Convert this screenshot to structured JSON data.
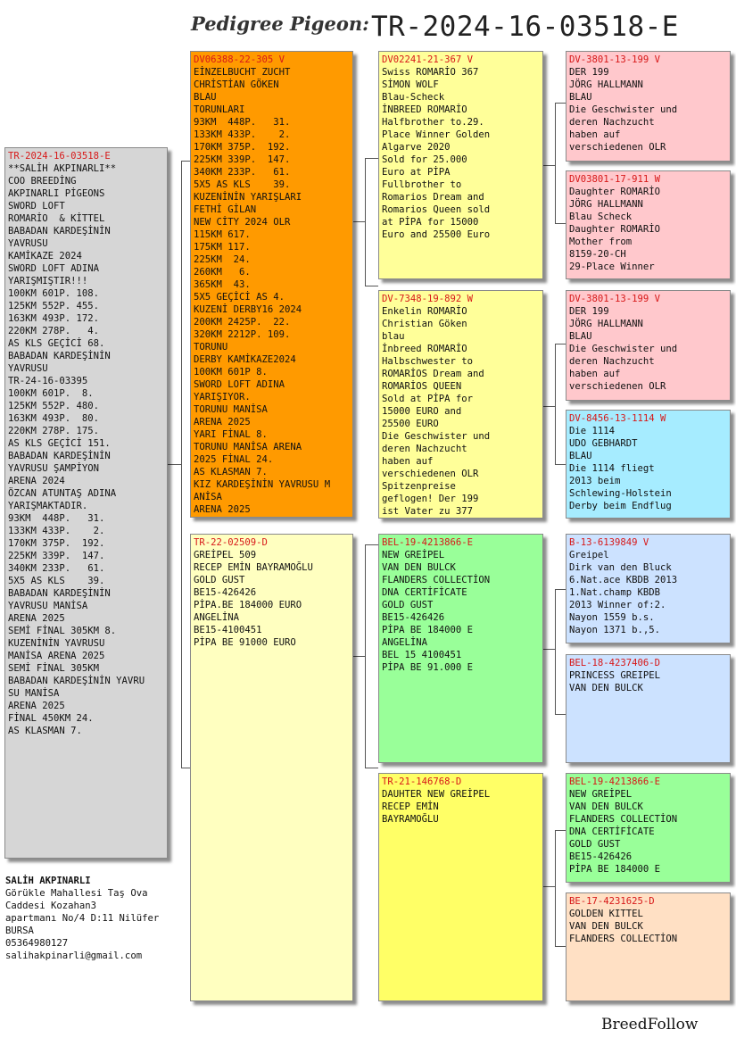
{
  "header": {
    "label": "Pedigree Pigeon:",
    "ring": "TR-2024-16-03518-E"
  },
  "boxes": [
    {
      "id": "subject",
      "ring": "TR-2024-16-03518-E",
      "lines": [
        "**SALİH AKPINARLI**",
        "COO BREEDİNG",
        "AKPINARLI PİGEONS",
        "SWORD LOFT",
        "ROMARİO  & KİTTEL",
        "BABADAN KARDEŞİNİN",
        "YAVRUSU",
        "KAMİKAZE 2024",
        "SWORD LOFT ADINA",
        "YARIŞMIŞTIR!!!",
        "100KM 601P. 108.",
        "125KM 552P. 455.",
        "163KM 493P. 172.",
        "220KM 278P.   4.",
        "AS KLS GEÇİCİ 68.",
        "BABADAN KARDEŞİNİN",
        "YAVRUSU",
        "TR-24-16-03395",
        "100KM 601P.  8.",
        "125KM 552P. 480.",
        "163KM 493P.  80.",
        "220KM 278P. 175.",
        "AS KLS GEÇİCİ 151.",
        "BABADAN KARDEŞİNİN",
        "YAVRUSU ŞAMPİYON",
        "ARENA 2024",
        "ÖZCAN ATUNTAŞ ADINA",
        "YARIŞMAKTADIR.",
        "93KM  448P.   31.",
        "133KM 433P.    2.",
        "170KM 375P.  192.",
        "225KM 339P.  147.",
        "340KM 233P.   61.",
        "5X5 AS KLS    39.",
        "BABADAN KARDEŞİNİN",
        "YAVRUSU MANİSA",
        "ARENA 2025",
        "SEMİ FİNAL 305KM 8.",
        "KUZENİNİN YAVRUSU",
        "MANİSA ARENA 2025",
        "SEMİ FİNAL 305KM",
        "BABADAN KARDEŞİNİN YAVRU",
        "SU MANİSA",
        "ARENA 2025",
        "FİNAL 450KM 24.",
        "AS KLASMAN 7."
      ]
    },
    {
      "id": "father",
      "ring": "DV06388-22-305 V",
      "lines": [
        "EİNZELBUCHT ZUCHT",
        "CHRİSTİAN GÖKEN",
        "BLAU",
        "TORUNLARI",
        "93KM  448P.   31.",
        "133KM 433P.    2.",
        "170KM 375P.  192.",
        "225KM 339P.  147.",
        "340KM 233P.   61.",
        "5X5 AS KLS    39.",
        "KUZENİNİN YARIŞLARI",
        "FETHİ GİLAN",
        "NEW CİTY 2024 OLR",
        "115KM 617.",
        "175KM 117.",
        "225KM  24.",
        "260KM   6.",
        "365KM  43.",
        "5X5 GEÇİCİ AS 4.",
        "KUZENİ DERBY16 2024",
        "200KM 2425P.  22.",
        "320KM 2212P. 109.",
        "TORUNU",
        "DERBY KAMİKAZE2024",
        "100KM 601P 8.",
        "SWORD LOFT ADINA",
        "YARIŞIYOR.",
        "TORUNU MANİSA",
        "ARENA 2025",
        "YARI FİNAL 8.",
        "TORUNU MANİSA ARENA",
        "2025 FİNAL 24.",
        "AS KLASMAN 7.",
        "KIZ KARDEŞİNİN YAVRUSU M",
        "ANİSA",
        "ARENA 2025"
      ]
    },
    {
      "id": "mother",
      "ring": "TR-22-02509-D",
      "lines": [
        "GREİPEL 509",
        "RECEP EMİN BAYRAMOĞLU",
        "GOLD GUST",
        "BE15-426426",
        "PİPA.BE 184000 EURO",
        "ANGELİNA",
        "BE15-4100451",
        "PİPA BE 91000 EURO"
      ]
    },
    {
      "id": "ff",
      "ring": "DV02241-21-367 V",
      "lines": [
        "Swiss ROMARİO 367",
        "SİMON WOLF",
        "Blau-Scheck",
        "İNBREED ROMARİO",
        "Halfbrother to.29.",
        "Place Winner Golden",
        "Algarve 2020",
        "Sold for 25.000",
        "Euro at PİPA",
        "Fullbrother to",
        "Romarios Dream and",
        "Romarios Queen sold",
        "at PİPA for 15000",
        "Euro and 25500 Euro"
      ]
    },
    {
      "id": "fm",
      "ring": "DV-7348-19-892 W",
      "lines": [
        "Enkelin ROMARİO",
        "Christian Göken",
        "blau",
        "İnbreed ROMARİO",
        "Halbschwester to",
        "ROMARİOS Dream and",
        "ROMARİOS QUEEN",
        "Sold at PİPA for",
        "15000 EURO and",
        "25500 EURO",
        "Die Geschwister und",
        "deren Nachzucht",
        "haben auf",
        "verschiedenen OLR",
        "Spitzenpreise",
        "geflogen! Der 199",
        "ist Vater zu 377"
      ]
    },
    {
      "id": "mf",
      "ring": "BEL-19-4213866-E",
      "lines": [
        "NEW GREİPEL",
        "VAN DEN BULCK",
        "FLANDERS COLLECTİON",
        "DNA CERTİFİCATE",
        "GOLD GUST",
        "BE15-426426",
        "PİPA BE 184000 E",
        "ANGELİNA",
        "BEL 15 4100451",
        "PİPA BE 91.000 E"
      ]
    },
    {
      "id": "mm",
      "ring": "TR-21-146768-D",
      "lines": [
        "DAUHTER NEW GREİPEL",
        "RECEP EMİN",
        "BAYRAMOĞLU"
      ]
    },
    {
      "id": "fff",
      "ring": "DV-3801-13-199 V",
      "lines": [
        "DER 199",
        "JÖRG HALLMANN",
        "BLAU",
        "Die Geschwister und",
        "deren Nachzucht",
        "haben auf",
        "verschiedenen OLR"
      ]
    },
    {
      "id": "ffm",
      "ring": "DV03801-17-911 W",
      "lines": [
        "Daughter ROMARİO",
        "JÖRG HALLMANN",
        "Blau Scheck",
        "Daughter ROMARİO",
        "Mother from",
        "8159-20-CH",
        "29-Place Winner"
      ]
    },
    {
      "id": "fmf",
      "ring": "DV-3801-13-199 V",
      "lines": [
        "DER 199",
        "JÖRG HALLMANN",
        "BLAU",
        "Die Geschwister und",
        "deren Nachzucht",
        "haben auf",
        "verschiedenen OLR"
      ]
    },
    {
      "id": "fmm",
      "ring": "DV-8456-13-1114 W",
      "lines": [
        "Die 1114",
        "UDO GEBHARDT",
        "BLAU",
        "Die 1114 fliegt",
        "2013 beim",
        "Schlewing-Holstein",
        "Derby beim Endflug"
      ]
    },
    {
      "id": "mff",
      "ring": "B-13-6139849 V",
      "lines": [
        "Greipel",
        "Dirk van den Bluck",
        "6.Nat.ace KBDB 2013",
        "1.Nat.champ KBDB",
        "2013 Winner of:2.",
        "Nayon 1559 b.s.",
        "Nayon 1371 b.,5."
      ]
    },
    {
      "id": "mfm",
      "ring": "BEL-18-4237406-D",
      "lines": [
        "PRINCESS GREIPEL",
        "VAN DEN BULCK"
      ]
    },
    {
      "id": "mmf",
      "ring": "BEL-19-4213866-E",
      "lines": [
        "NEW GREİPEL",
        "VAN DEN BULCK",
        "FLANDERS COLLECTİON",
        "DNA CERTİFİCATE",
        "GOLD GUST",
        "BE15-426426",
        "PİPA BE 184000 E"
      ]
    },
    {
      "id": "mmm",
      "ring": "BE-17-4231625-D",
      "lines": [
        "GOLDEN KITTEL",
        "VAN DEN BULCK",
        "FLANDERS COLLECTİON"
      ]
    }
  ],
  "colors": {
    "subject": "#d6d6d6",
    "father": "#ff9a00",
    "mother": "#ffffc0",
    "ff": "#ffff99",
    "fm": "#ffff99",
    "mf": "#99ff99",
    "mm": "#ffff66",
    "fff": "#ffc8cc",
    "ffm": "#ffc8cc",
    "fmf": "#ffc8cc",
    "fmm": "#a6ecff",
    "mff": "#cce2ff",
    "mfm": "#cce2ff",
    "mmf": "#99ff99",
    "mmm": "#ffe0c4",
    "ring_text": "#d71818"
  },
  "owner": {
    "name": "SALİH AKPINARLI",
    "address": [
      "Görükle Mahallesi Taş Ova",
      "Caddesi Kozahan3",
      "apartmanı No/4 D:11 Nilüfer",
      "BURSA"
    ],
    "phone": "05364980127",
    "email": "salihakpinarli@gmail.com"
  },
  "brand": "BreedFollow"
}
